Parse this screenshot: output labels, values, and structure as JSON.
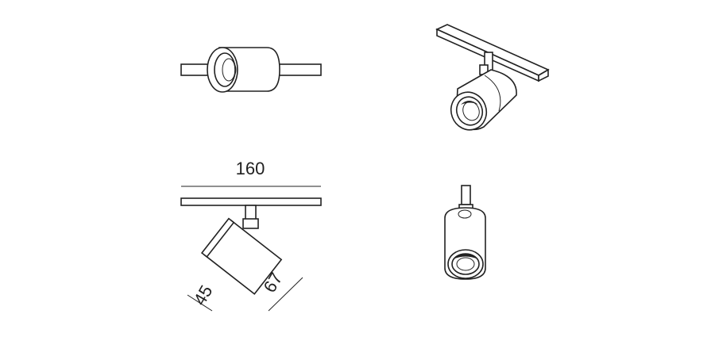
{
  "dimensions": {
    "width_label": "160",
    "depth_label": "45",
    "height_label": "67"
  }
}
